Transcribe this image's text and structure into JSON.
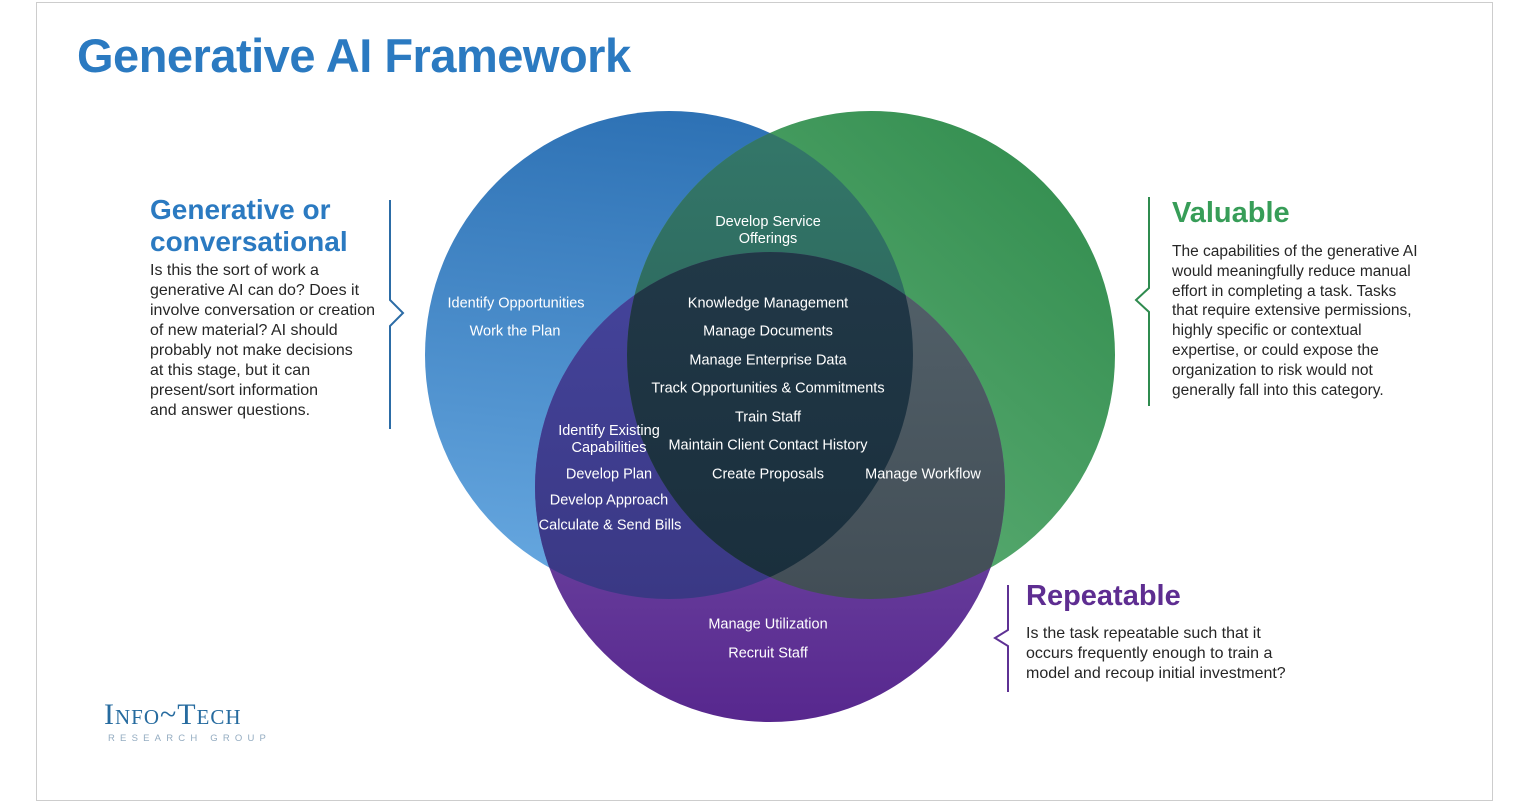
{
  "page": {
    "title": "Generative AI Framework"
  },
  "colors": {
    "title_blue": "#2b7ac1",
    "valuable_green": "#379d58",
    "repeatable_purple": "#5e2d91",
    "circle_blue": "#3f87c6",
    "circle_green": "#3f9a5d",
    "circle_purple": "#6b44a0",
    "region_blue_green": "#2e6f60",
    "region_blue_purple": "#3f3f8d",
    "region_green_purple": "#46535b",
    "region_center": "#1d3140",
    "label_text": "#ffffff"
  },
  "generative_panel": {
    "heading_lines": [
      "Generative or",
      "conversational"
    ],
    "body_lines": [
      "Is this the sort of work a",
      "generative AI can do? Does it",
      "involve conversation or creation",
      "of new material? AI should",
      "probably not make decisions",
      "at this stage, but it can",
      "present/sort information",
      "and answer questions."
    ]
  },
  "valuable_panel": {
    "heading": "Valuable",
    "body_lines": [
      "The capabilities of the generative AI",
      "would meaningfully reduce manual",
      "effort in completing a task. Tasks",
      "that require extensive permissions,",
      "highly specific or contextual",
      "expertise, or could expose the",
      "organization to risk would not",
      "generally fall into this category."
    ]
  },
  "repeatable_panel": {
    "heading": "Repeatable",
    "body_lines": [
      "Is the task repeatable such that it",
      "occurs frequently enough to train a",
      "model and recoup initial investment?"
    ]
  },
  "venn": {
    "blue_green_overlap": [
      [
        "Develop Service",
        "Offerings"
      ]
    ],
    "blue_only": [
      "Identify Opportunities",
      "Work the Plan"
    ],
    "center": [
      "Knowledge Management",
      "Manage Documents",
      "Manage Enterprise Data",
      "Track Opportunities & Commitments",
      "Train Staff",
      "Maintain Client Contact History",
      "Create Proposals"
    ],
    "blue_purple_overlap": [
      [
        "Identify Existing",
        "Capabilities"
      ],
      "Develop Plan",
      "Develop Approach",
      "Calculate & Send Bills"
    ],
    "green_purple_overlap": [
      "Manage Workflow"
    ],
    "purple_only": [
      "Manage Utilization",
      "Recruit Staff"
    ]
  },
  "logo": {
    "name": "Info~Tech",
    "subtitle": "RESEARCH GROUP"
  }
}
